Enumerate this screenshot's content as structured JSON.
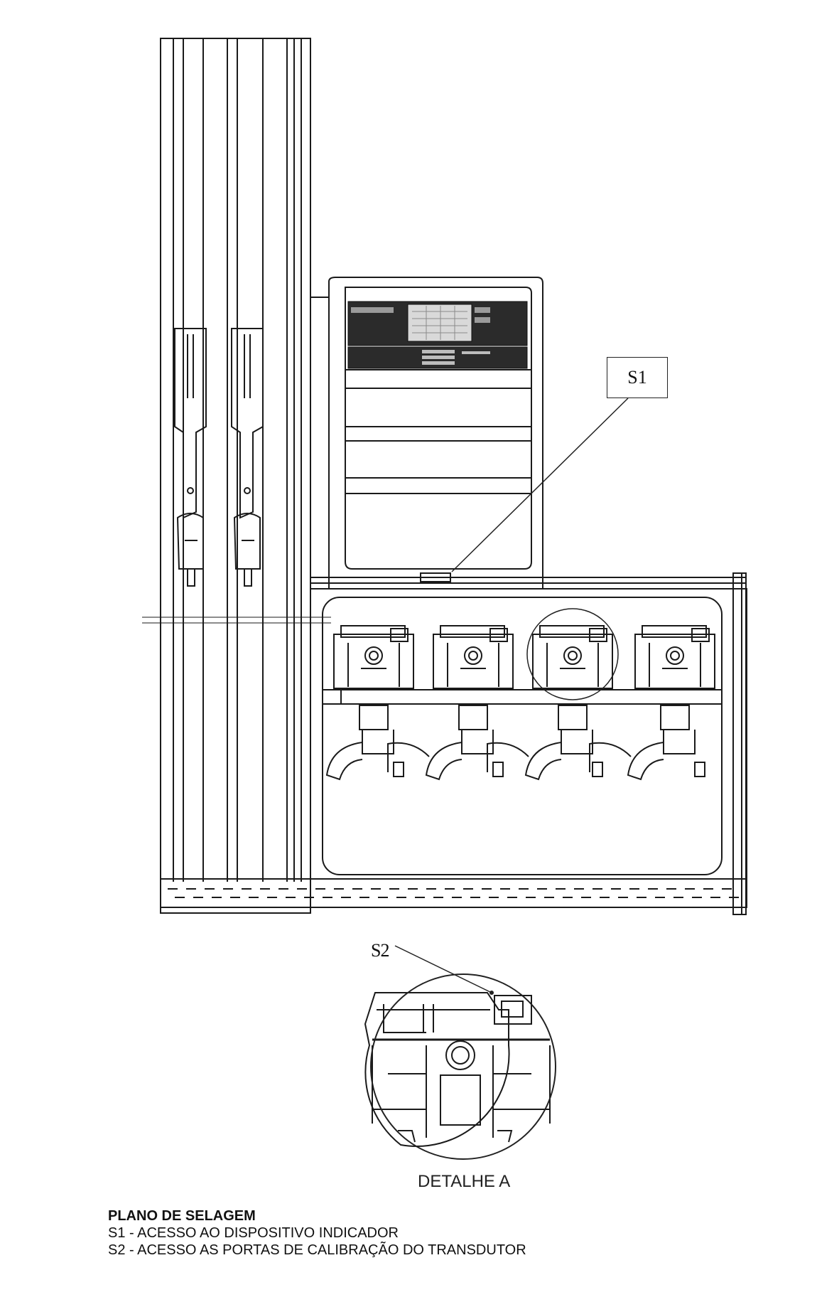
{
  "callouts": {
    "s1": "S1",
    "s2": "S2"
  },
  "detail_caption": "DETALHE A",
  "legend": {
    "title": "PLANO DE SELAGEM",
    "lines": [
      "S1 - ACESSO AO DISPOSITIVO INDICADOR",
      "S2 - ACESSO AS PORTAS DE CALIBRAÇÃO DO TRANSDUTOR"
    ]
  },
  "colors": {
    "line": "#1a1a1a",
    "display_panel": "#2b2b2b",
    "background": "#ffffff"
  }
}
